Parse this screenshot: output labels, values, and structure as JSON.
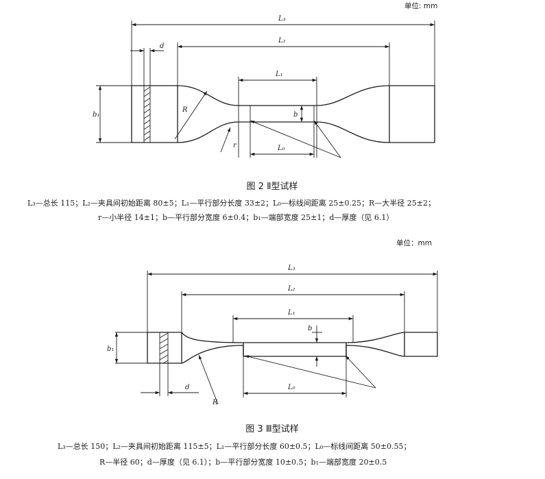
{
  "fig2": {
    "unit": "单位: mm",
    "labels": {
      "L3": "L₃",
      "L2": "L₂",
      "L1": "L₁",
      "L0": "L₀",
      "d": "d",
      "b1": "b₁",
      "b": "b",
      "R": "R",
      "r": "r"
    },
    "caption": "图 2  Ⅱ型试样",
    "legend_line1": "L₃—总长 115；L₂—夹具间初始距离 80±5；L₁—平行部分长度 33±2；L₀—标线间距离 25±0.25；R—大半径 25±2；",
    "legend_line2": "r—小半径 14±1；b—平行部分宽度 6±0.4；b₁—端部宽度 25±1；d—厚度（见 6.1）"
  },
  "fig3": {
    "unit": "单位：mm",
    "labels": {
      "L3": "L₃",
      "L2": "L₂",
      "L1": "L₁",
      "L0": "L₀",
      "d": "d",
      "b1": "b₁",
      "b": "b",
      "R": "R"
    },
    "caption": "图 3  Ⅲ型试样",
    "legend_line1": "L₃—总长 150；L₂—夹具间初始距离 115±5；L₁—平行部分长度 60±0.5；L₀—标线间距离 50±0.55；",
    "legend_line2": "R—半径 60；d—厚度（见 6.1）；b—平行部分宽度 10±0.5；b₁—端部宽度 20±0.5"
  }
}
